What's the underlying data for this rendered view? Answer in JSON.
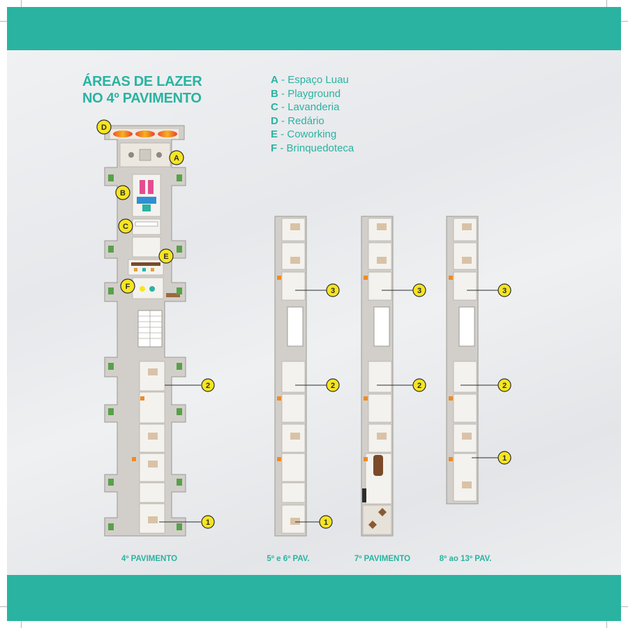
{
  "title": {
    "line1": "ÁREAS DE LAZER",
    "line2": "NO 4º PAVIMENTO"
  },
  "legend": [
    {
      "letter": "A",
      "text": "Espaço Luau"
    },
    {
      "letter": "B",
      "text": "Playground"
    },
    {
      "letter": "C",
      "text": "Lavanderia"
    },
    {
      "letter": "D",
      "text": "Redário"
    },
    {
      "letter": "E",
      "text": "Coworking"
    },
    {
      "letter": "F",
      "text": "Brinquedoteca"
    }
  ],
  "floors": [
    {
      "label": "4º PAVIMENTO"
    },
    {
      "label": "5º e 6º PAV."
    },
    {
      "label": "7º PAVIMENTO"
    },
    {
      "label": "8º ao 13º PAV."
    }
  ],
  "markers": {
    "leisure": [
      "D",
      "A",
      "B",
      "C",
      "E",
      "F"
    ],
    "units": [
      "1",
      "2",
      "3"
    ]
  },
  "colors": {
    "brand": "#2ab3a1",
    "marker": "#f6e521",
    "accent_orange": "#f08a24",
    "floor_fill": "#d2cfcb",
    "room_fill": "#f4f2ee",
    "planter": "#5aa04a"
  }
}
